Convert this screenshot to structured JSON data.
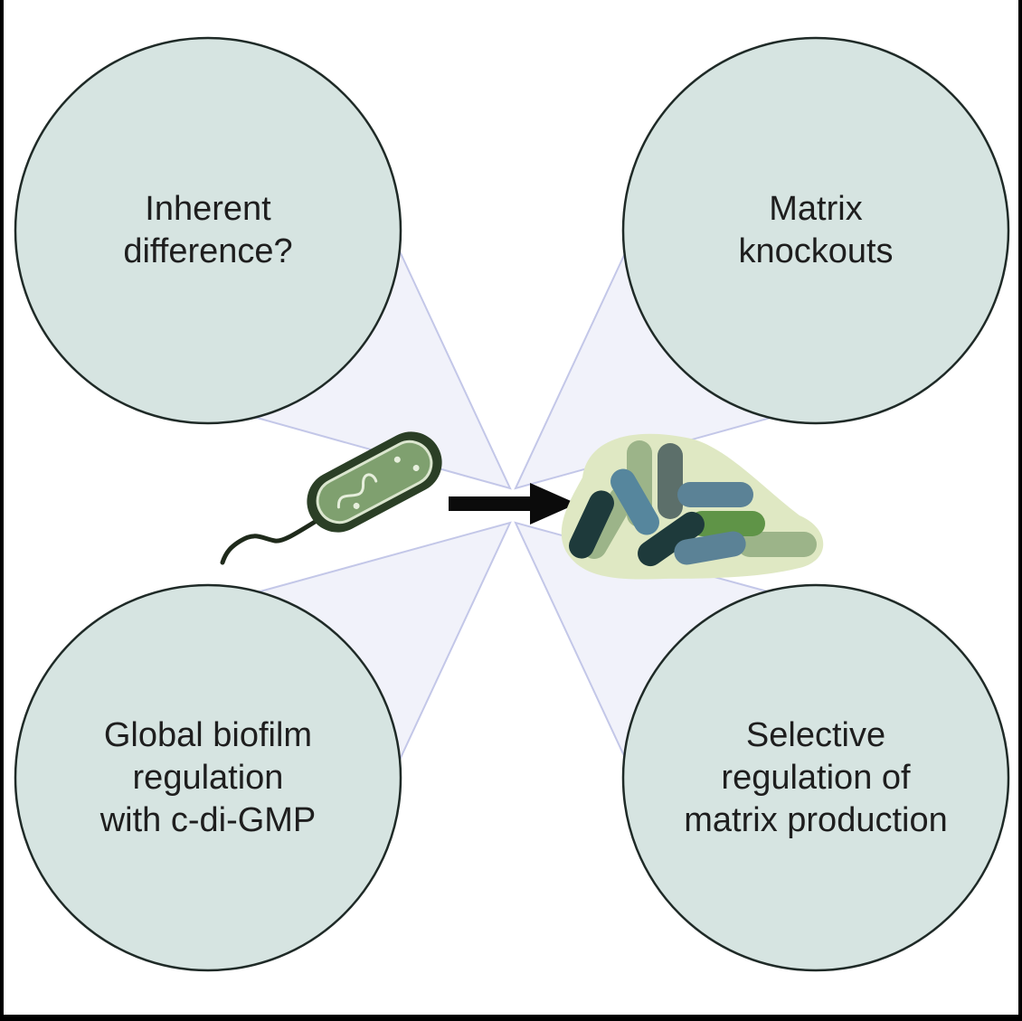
{
  "colors": {
    "page_border": "#000000",
    "background": "#ffffff",
    "circle_fill": "#d6e4e1",
    "circle_stroke": "#1f2a27",
    "cone_fill": "#f1f2fa",
    "cone_stroke": "#c3c7e8",
    "text": "#1e1e1e",
    "arrow": "#0b0b0b",
    "cell_green_dark": "#3e5f36",
    "cell_green_light": "#7fa06f",
    "slime": "#dfe8c3"
  },
  "circles": [
    {
      "id": "top-left",
      "label": "Inherent\ndifference?"
    },
    {
      "id": "top-right",
      "label": "Matrix\nknockouts"
    },
    {
      "id": "bottom-left",
      "label": "Global biofilm\nregulation\nwith c-di-GMP"
    },
    {
      "id": "bottom-right",
      "label": "Selective\nregulation of\nmatrix production"
    }
  ],
  "center_icons": {
    "left": "planktonic-bacterium-icon",
    "arrow": "right-arrow-icon",
    "right": "biofilm-cluster-icon"
  }
}
